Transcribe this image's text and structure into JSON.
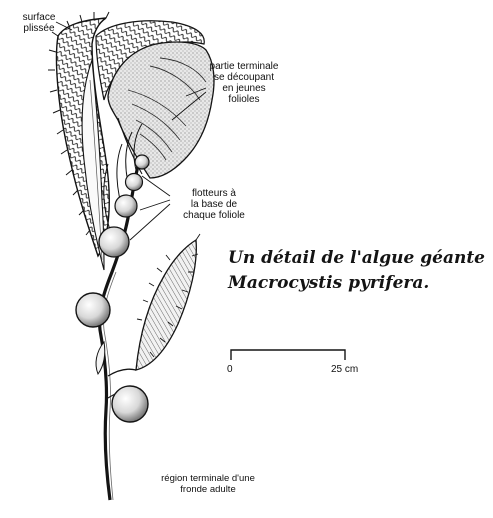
{
  "labels": {
    "surface": [
      "surface",
      "plissée"
    ],
    "terminal_part": [
      "partie terminale",
      "se découpant",
      "en jeunes",
      "folioles"
    ],
    "floats": [
      "flotteurs à",
      "la base de",
      "chaque foliole"
    ],
    "adult_frond": [
      "région terminale d'une",
      "fronde adulte"
    ]
  },
  "caption": {
    "line1": "Un détail de l'algue géante",
    "line2": "Macrocystis pyrifera."
  },
  "scale_bar": {
    "start_label": "0",
    "end_label": "25 cm"
  },
  "colors": {
    "ink": "#141414",
    "paper": "#ffffff",
    "shade": "#9a9a9a"
  }
}
